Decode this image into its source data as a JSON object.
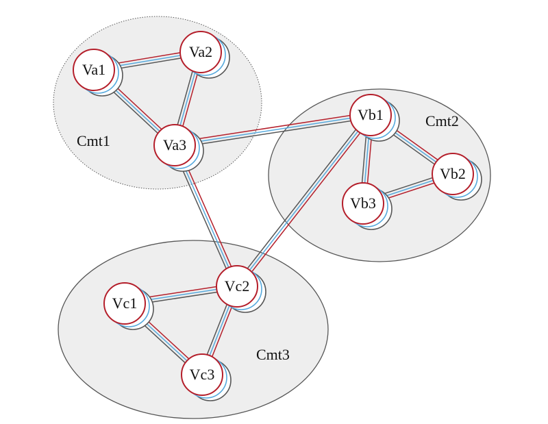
{
  "colors": {
    "red": "#b41e2a",
    "blue": "#55a8dc",
    "gray": "#555555",
    "node_fill": "#ffffff",
    "community_fill": "#eeeeee",
    "community_stroke": "#555555"
  },
  "communities": [
    {
      "id": "cmt1",
      "label": "Cmt1",
      "border": "dotted"
    },
    {
      "id": "cmt2",
      "label": "Cmt2",
      "border": "solid"
    },
    {
      "id": "cmt3",
      "label": "Cmt3",
      "border": "solid"
    }
  ],
  "nodes": [
    {
      "id": "va1",
      "label": "Va1",
      "community": "cmt1"
    },
    {
      "id": "va2",
      "label": "Va2",
      "community": "cmt1"
    },
    {
      "id": "va3",
      "label": "Va3",
      "community": "cmt1"
    },
    {
      "id": "vb1",
      "label": "Vb1",
      "community": "cmt2"
    },
    {
      "id": "vb2",
      "label": "Vb2",
      "community": "cmt2"
    },
    {
      "id": "vb3",
      "label": "Vb3",
      "community": "cmt2"
    },
    {
      "id": "vc1",
      "label": "Vc1",
      "community": "cmt3"
    },
    {
      "id": "vc2",
      "label": "Vc2",
      "community": "cmt3"
    },
    {
      "id": "vc3",
      "label": "Vc3",
      "community": "cmt3"
    }
  ],
  "edges": [
    [
      "va1",
      "va2"
    ],
    [
      "va1",
      "va3"
    ],
    [
      "va2",
      "va3"
    ],
    [
      "va3",
      "vb1"
    ],
    [
      "va3",
      "vc2"
    ],
    [
      "vb1",
      "vb2"
    ],
    [
      "vb1",
      "vb3"
    ],
    [
      "vb2",
      "vb3"
    ],
    [
      "vb1",
      "vc2"
    ],
    [
      "vc1",
      "vc2"
    ],
    [
      "vc1",
      "vc3"
    ],
    [
      "vc2",
      "vc3"
    ]
  ]
}
